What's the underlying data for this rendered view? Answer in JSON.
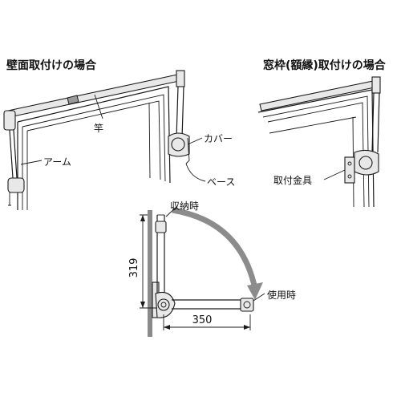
{
  "titles": {
    "wall_mount": "壁面取付けの場合",
    "frame_mount": "窓枠(額縁)取付けの場合"
  },
  "callouts": {
    "rod": "竿",
    "arm": "アーム",
    "cover": "カバー",
    "base": "ベース",
    "bracket": "取付金具",
    "stored": "収納時",
    "in_use": "使用時"
  },
  "dimensions": {
    "height": "319",
    "width": "350"
  }
}
